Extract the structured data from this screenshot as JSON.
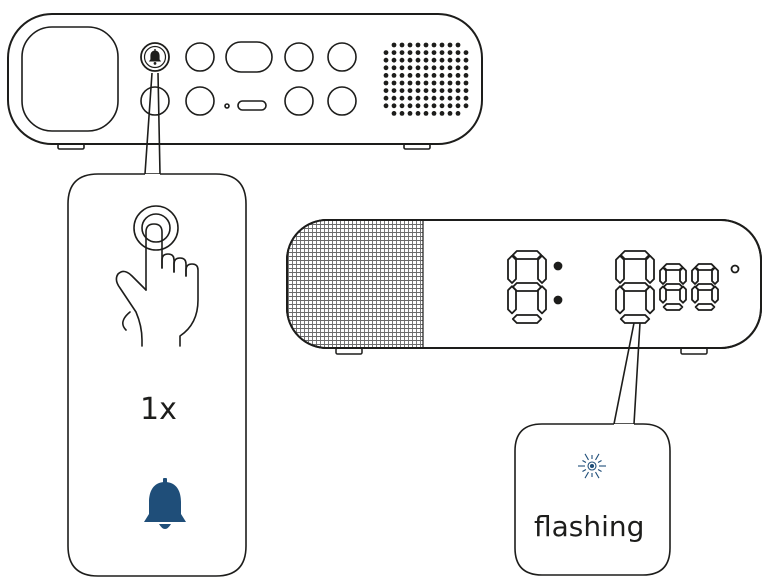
{
  "step": {
    "press_count": "1x",
    "status": "flashing"
  },
  "display": {
    "left_digits": "8:",
    "right_digits": "888",
    "degree_symbol": "°"
  },
  "icons": {
    "top_button": "bell-icon",
    "callout_button": "bell-icon",
    "gesture": "hand-press-icon",
    "flash_indicator": "flash-sun-icon"
  },
  "colors": {
    "line": "#1d1d1b",
    "accent": "#1f4e79"
  }
}
